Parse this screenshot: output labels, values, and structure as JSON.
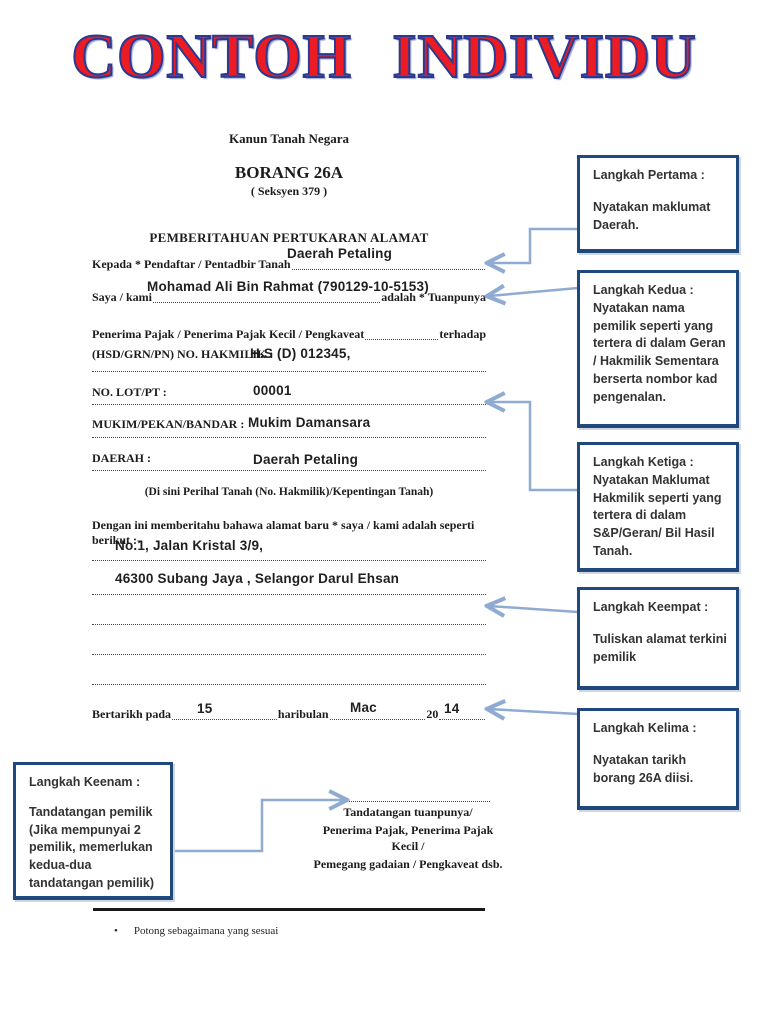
{
  "title": "CONTOH INDIVIDU",
  "form": {
    "header": {
      "law": "Kanun Tanah Negara",
      "form_no": "BORANG 26A",
      "section": "( Seksyen 379 )",
      "subject": "PEMBERITAHUAN PERTUKARAN ALAMAT"
    },
    "fields": {
      "kepada_label": "Kepada * Pendaftar / Pentadbir Tanah",
      "kepada_value": "Daerah Petaling",
      "saya_label": "Saya / kami",
      "saya_value": "Mohamad Ali Bin Rahmat (790129-10-5153)",
      "saya_suffix": "adalah * Tuanpunya",
      "penerima_label": "Penerima Pajak / Penerima Pajak Kecil / Pengkaveat",
      "penerima_suffix": "terhadap",
      "hakmilik_label": "(HSD/GRN/PN) NO. HAKMILIK :",
      "hakmilik_value": "H.S (D) 012345,",
      "lot_label": "NO. LOT/PT :",
      "lot_value": "00001",
      "mukim_label": "MUKIM/PEKAN/BANDAR :",
      "mukim_value": "Mukim Damansara",
      "daerah_label": "DAERAH :",
      "daerah_value": "Daerah Petaling",
      "perihal_note": "(Di sini Perihal Tanah (No. Hakmilik)/Kepentingan Tanah)",
      "alamat_intro": "Dengan ini memberitahu bahawa alamat baru * saya / kami adalah seperti berikut :-",
      "alamat_line1": "No.1, Jalan Kristal 3/9,",
      "alamat_line2": "46300 Subang Jaya , Selangor Darul Ehsan",
      "date_label1": "Bertarikh pada",
      "date_day": "15",
      "date_label2": "haribulan",
      "date_month": "Mac",
      "date_label3": "20",
      "date_year": "14"
    },
    "signature": {
      "line1": "Tandatangan tuanpunya/",
      "line2": "Penerima Pajak, Penerima Pajak Kecil /",
      "line3": "Pemegang gadaian / Pengkaveat dsb."
    },
    "footnote": "Potong sebagaimana yang sesuai"
  },
  "callouts": [
    {
      "title": "Langkah Pertama :",
      "body": "Nyatakan maklumat Daerah."
    },
    {
      "title": "Langkah Kedua :",
      "body": "Nyatakan nama pemilik seperti yang tertera di dalam Geran / Hakmilik Sementara berserta nombor kad pengenalan."
    },
    {
      "title": "Langkah Ketiga :",
      "body": "Nyatakan Maklumat Hakmilik seperti yang tertera di dalam S&P/Geran/ Bil Hasil Tanah."
    },
    {
      "title": "Langkah Keempat :",
      "body": "Tuliskan alamat terkini pemilik"
    },
    {
      "title": "Langkah Kelima :",
      "body": "Nyatakan tarikh borang 26A diisi."
    },
    {
      "title": "Langkah Keenam :",
      "body": "Tandatangan pemilik (Jika mempunyai 2 pemilik, memerlukan kedua-dua tandatangan pemilik)"
    }
  ],
  "colors": {
    "title_red": "#ec1c24",
    "title_outline": "#2b3990",
    "box_border": "#1f497d",
    "arrow": "#8fabd2",
    "text": "#1c1c1c"
  }
}
